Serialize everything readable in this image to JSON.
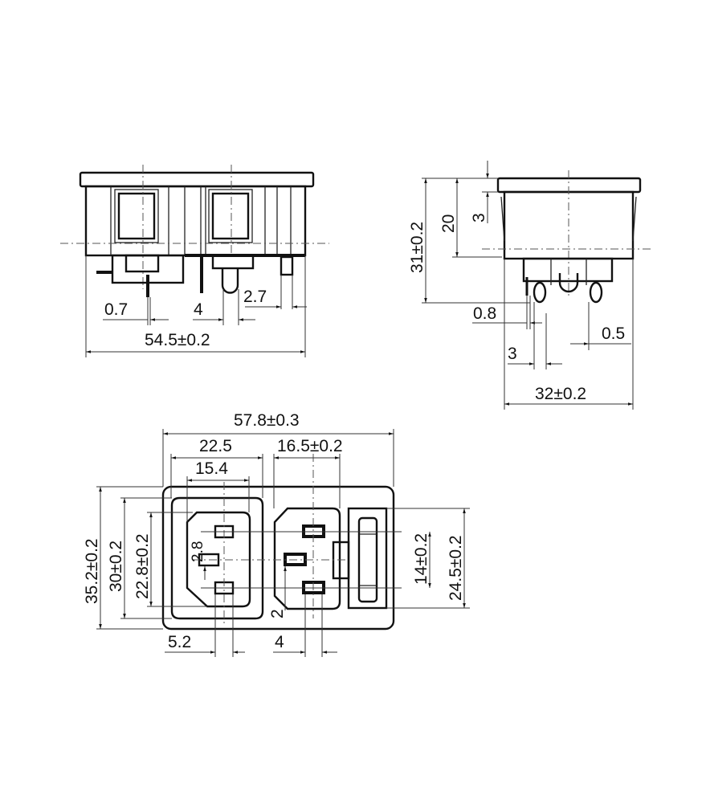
{
  "title": "Panel-mount IEC C14 inlet + C13 outlet with fuse holder, dimensional drawing",
  "front_view": {
    "dim_pin_thickness": "0.7",
    "dim_pin_pitch": "4",
    "dim_right_pin": "2.7",
    "dim_overall_width": "54.5±0.2"
  },
  "side_view": {
    "dim_overall_height": "31±0.2",
    "dim_body_height": "20",
    "dim_flange": "3",
    "dim_pin_thickness": "0.8",
    "dim_pin_width": "0.5",
    "dim_pin_spacing": "3",
    "dim_depth": "32±0.2"
  },
  "face_view": {
    "dim_overall_width": "57.8±0.3",
    "dim_inlet_width": "22.5",
    "dim_inlet_inner_width": "15.4",
    "dim_outlet_width": "16.5±0.2",
    "dim_overall_height": "35.2±0.2",
    "dim_inlet_height": "30±0.2",
    "dim_inlet_inner_height": "22.8±0.2",
    "dim_pin_offset": "2.8",
    "dim_outlet_pin_offset": "2",
    "dim_fuse_span": "14±0.2",
    "dim_fuse_holder_height": "24.5±0.2",
    "dim_pin_spacing_left": "5.2",
    "dim_pin_spacing_right": "4"
  }
}
